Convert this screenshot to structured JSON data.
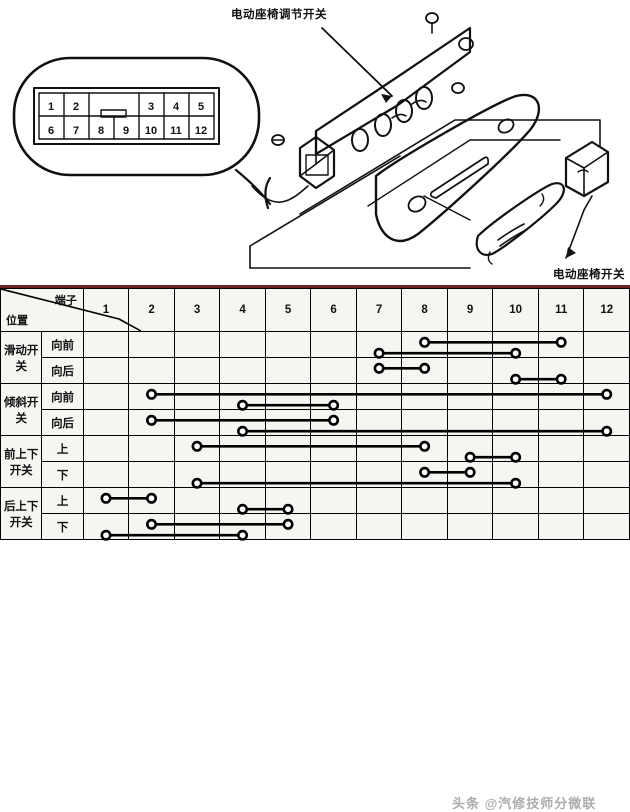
{
  "labels": {
    "top_callout": "电动座椅调节开关",
    "bottom_callout": "电动座椅开关",
    "watermark": "头条 @汽修技师分微联"
  },
  "connector": {
    "name": "connector-pinout",
    "top_row": [
      "1",
      "2",
      "",
      "",
      "3",
      "4",
      "5"
    ],
    "bottom_row": [
      "6",
      "7",
      "8",
      "9",
      "10",
      "11",
      "12"
    ]
  },
  "table": {
    "header": {
      "terminal": "端子",
      "position": "位置",
      "terminals": [
        "1",
        "2",
        "3",
        "4",
        "5",
        "6",
        "7",
        "8",
        "9",
        "10",
        "11",
        "12"
      ]
    },
    "groups": [
      {
        "name": "滑动开关",
        "rows": [
          {
            "position": "向前",
            "connections": [
              [
                8,
                11
              ],
              [
                7,
                10
              ]
            ]
          },
          {
            "position": "向后",
            "connections": [
              [
                7,
                8
              ],
              [
                10,
                11
              ]
            ]
          }
        ]
      },
      {
        "name": "倾斜开关",
        "rows": [
          {
            "position": "向前",
            "connections": [
              [
                2,
                12
              ],
              [
                4,
                6
              ]
            ]
          },
          {
            "position": "向后",
            "connections": [
              [
                2,
                6
              ],
              [
                4,
                12
              ]
            ]
          }
        ]
      },
      {
        "name": "前上下开关",
        "rows": [
          {
            "position": "上",
            "connections": [
              [
                3,
                8
              ],
              [
                9,
                10
              ]
            ]
          },
          {
            "position": "下",
            "connections": [
              [
                8,
                9
              ],
              [
                3,
                10
              ]
            ]
          }
        ]
      },
      {
        "name": "后上下开关",
        "rows": [
          {
            "position": "上",
            "connections": [
              [
                1,
                2
              ],
              [
                4,
                5
              ]
            ]
          },
          {
            "position": "下",
            "connections": [
              [
                2,
                5
              ],
              [
                1,
                4
              ]
            ]
          }
        ]
      }
    ]
  }
}
